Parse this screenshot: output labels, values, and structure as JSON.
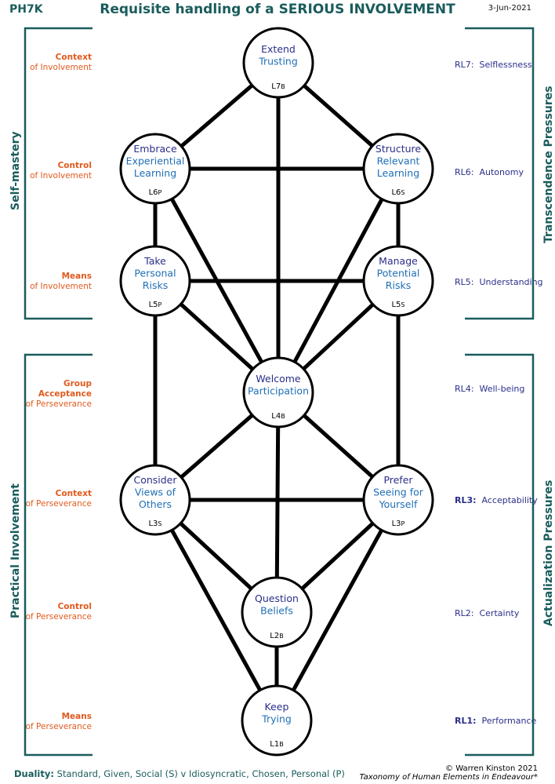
{
  "header": {
    "code": "PH7K",
    "title": "Requisite handling of a SERIOUS INVOLVEMENT",
    "date": "3-Jun-2021"
  },
  "left_groups": {
    "top": "Self-mastery",
    "bottom": "Practical  Involvement"
  },
  "right_groups": {
    "top": "Transcendence  Pressures",
    "bottom": "Actualization  Pressures"
  },
  "left_levels": [
    {
      "bold": "Context",
      "rest": "of Involvement"
    },
    {
      "bold": "Control",
      "rest": "of Involvement"
    },
    {
      "bold": "Means",
      "rest": "of Involvement"
    },
    {
      "bold": "Group Acceptance",
      "rest": "of Perseverance"
    },
    {
      "bold": "Context",
      "rest": "of Perseverance"
    },
    {
      "bold": "Control",
      "rest": "of Perseverance"
    },
    {
      "bold": "Means",
      "rest": "of Perseverance"
    }
  ],
  "right_levels": [
    {
      "code": "RL7:",
      "label": "Selflessness"
    },
    {
      "code": "RL6:",
      "label": "Autonomy"
    },
    {
      "code": "RL5:",
      "label": "Understanding"
    },
    {
      "code": "RL4:",
      "label": "Well-being"
    },
    {
      "code": "RL3:",
      "label": "Acceptability"
    },
    {
      "code": "RL2:",
      "label": "Certainty"
    },
    {
      "code": "RL1:",
      "label": "Performance"
    }
  ],
  "nodes": [
    {
      "id": "L7B",
      "lines": [
        "Extend",
        "Trusting"
      ],
      "code_main": "L7",
      "code_sub": "B"
    },
    {
      "id": "L6P",
      "lines": [
        "Embrace",
        "Experiential",
        "Learning"
      ],
      "code_main": "L6",
      "code_sub": "P"
    },
    {
      "id": "L6S",
      "lines": [
        "Structure",
        "Relevant",
        "Learning"
      ],
      "code_main": "L6",
      "code_sub": "S"
    },
    {
      "id": "L5P",
      "lines": [
        "Take",
        "Personal",
        "Risks"
      ],
      "code_main": "L5",
      "code_sub": "P"
    },
    {
      "id": "L5S",
      "lines": [
        "Manage",
        "Potential",
        "Risks"
      ],
      "code_main": "L5",
      "code_sub": "S"
    },
    {
      "id": "L4B",
      "lines": [
        "Welcome",
        "Participation"
      ],
      "code_main": "L4",
      "code_sub": "B"
    },
    {
      "id": "L3S",
      "lines": [
        "Consider",
        "Views of",
        "Others"
      ],
      "code_main": "L3",
      "code_sub": "S"
    },
    {
      "id": "L3P",
      "lines": [
        "Prefer",
        "Seeing for",
        "Yourself"
      ],
      "code_main": "L3",
      "code_sub": "P"
    },
    {
      "id": "L2B",
      "lines": [
        "Question",
        "Beliefs"
      ],
      "code_main": "L2",
      "code_sub": "B"
    },
    {
      "id": "L1B",
      "lines": [
        "Keep",
        "Trying"
      ],
      "code_main": "L1",
      "code_sub": "B"
    }
  ],
  "edges": [
    [
      "L7B",
      "L6P"
    ],
    [
      "L7B",
      "L6S"
    ],
    [
      "L7B",
      "L4B"
    ],
    [
      "L6P",
      "L6S"
    ],
    [
      "L6P",
      "L5P"
    ],
    [
      "L6P",
      "L4B"
    ],
    [
      "L6S",
      "L5S"
    ],
    [
      "L6S",
      "L4B"
    ],
    [
      "L5P",
      "L5S"
    ],
    [
      "L5P",
      "L4B"
    ],
    [
      "L5P",
      "L3S"
    ],
    [
      "L5S",
      "L4B"
    ],
    [
      "L5S",
      "L3P"
    ],
    [
      "L4B",
      "L3S"
    ],
    [
      "L4B",
      "L3P"
    ],
    [
      "L4B",
      "L2B"
    ],
    [
      "L3S",
      "L3P"
    ],
    [
      "L3S",
      "L2B"
    ],
    [
      "L3S",
      "L1B"
    ],
    [
      "L3P",
      "L2B"
    ],
    [
      "L3P",
      "L1B"
    ],
    [
      "L2B",
      "L1B"
    ]
  ],
  "footer": {
    "duality": "Duality:  Standard, Given, Social  (S)  v  Idiosyncratic, Chosen, Personal (P)",
    "copyright": "© Warren Kinston 2021",
    "taxonomy": "Taxonomy of Human Elements in Endeavour*"
  },
  "colors": {
    "teal": "#1a5c5c",
    "orange": "#e05a1e",
    "navy": "#2b2f8a",
    "blue": "#1f6fb5"
  }
}
